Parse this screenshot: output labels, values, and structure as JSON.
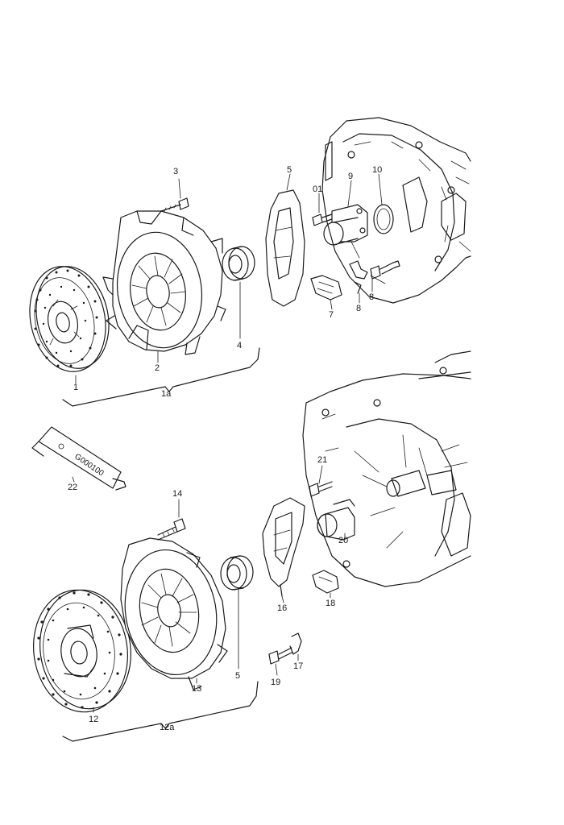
{
  "labels": {
    "l1": "1",
    "l1a": "1a",
    "l2": "2",
    "l3": "3",
    "l4": "4",
    "l5_top": "5",
    "l01": "01",
    "l9": "9",
    "l10": "10",
    "l7": "7",
    "l8a": "8",
    "l8b": "8",
    "l22": "22",
    "l14": "14",
    "l21": "21",
    "l20": "20",
    "l16": "16",
    "l18": "18",
    "l17": "17",
    "l19": "19",
    "l5_bot": "5",
    "l13": "13",
    "l12": "12",
    "l12a": "12a"
  },
  "tube_text": "G000100"
}
